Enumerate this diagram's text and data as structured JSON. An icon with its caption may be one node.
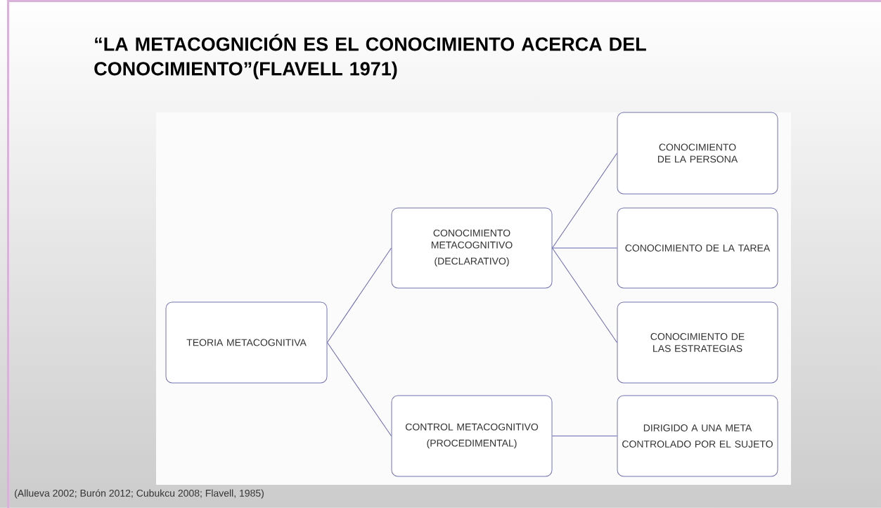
{
  "diagram": {
    "title": "“LA METACOGNICIÓN ES EL CONOCIMIENTO ACERCA DEL CONOCIMIENTO”(FLAVELL 1971)",
    "nodes": [
      {
        "text": [
          "TEORIA METACOGNITIVA"
        ]
      },
      {
        "text": [
          "CONOCIMIENTO METACOGNITIVO",
          "(DECLARATIVO)"
        ]
      },
      {
        "text": [
          "CONTROL METACOGNITIVO",
          "(PROCEDIMENTAL)"
        ]
      },
      {
        "text": [
          "CONOCIMIENTO DE LA PERSONA"
        ]
      },
      {
        "text": [
          "CONOCIMIENTO DE LA TAREA"
        ]
      },
      {
        "text": [
          "CONOCIMIENTO DE LAS ESTRATEGIAS"
        ]
      },
      {
        "text": [
          "DIRIGIDO A UNA META",
          "CONTROLADO POR EL SUJETO"
        ]
      }
    ],
    "edges": [
      {
        "from": 0,
        "to": 1,
        "arrow": "none"
      },
      {
        "from": 0,
        "to": 2,
        "arrow": "none"
      },
      {
        "from": 1,
        "to": 3,
        "arrow": "none"
      },
      {
        "from": 1,
        "to": 4,
        "arrow": "none"
      },
      {
        "from": 1,
        "to": 5,
        "arrow": "none"
      },
      {
        "from": 2,
        "to": 6,
        "arrow": "none"
      }
    ],
    "labels": [
      "(Allueva 2002; Burón 2012; Cubukcu 2008; Flavell, 1985)"
    ]
  }
}
